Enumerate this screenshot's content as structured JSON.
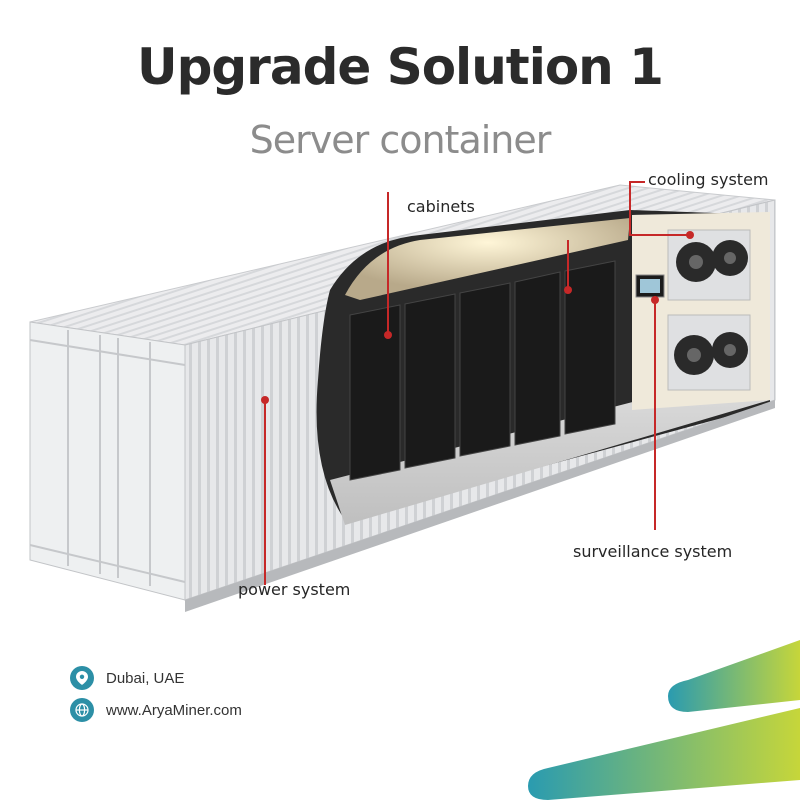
{
  "header": {
    "title": "Upgrade Solution 1",
    "subtitle": "Server container"
  },
  "callouts": {
    "cooling": "cooling system",
    "cabinets": "cabinets",
    "surveillance": "surveillance system",
    "power": "power system"
  },
  "contact": {
    "location": "Dubai, UAE",
    "website": "www.AryaMiner.com"
  },
  "colors": {
    "leader_line": "#c62828",
    "icon_bg": "#2c8fa6",
    "accent_teal": "#2a9bb0",
    "accent_lime": "#c6d63a"
  }
}
